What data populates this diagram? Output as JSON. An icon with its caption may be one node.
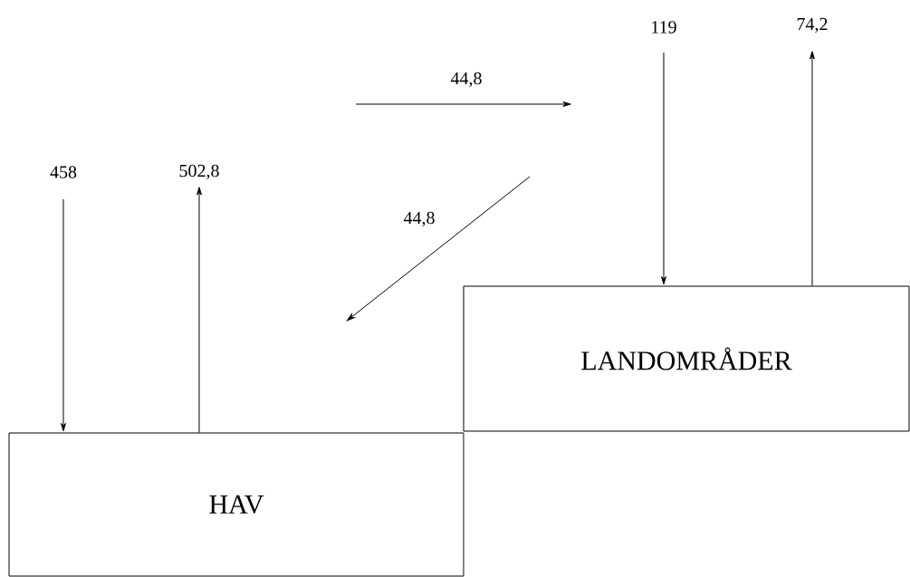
{
  "diagram": {
    "nodes": [
      {
        "text": [
          "HAV"
        ]
      },
      {
        "text": [
          "LANDOMRÅDER"
        ]
      }
    ],
    "edges": [
      {
        "from": null,
        "to": 0,
        "arrow": "to",
        "label": "458"
      },
      {
        "from": 0,
        "to": null,
        "arrow": "to",
        "label": "502,8"
      },
      {
        "from": null,
        "to": 1,
        "arrow": "to",
        "label": "119"
      },
      {
        "from": 1,
        "to": null,
        "arrow": "to",
        "label": "74,2"
      }
    ],
    "labels": [
      "44,8",
      "44,8"
    ]
  }
}
